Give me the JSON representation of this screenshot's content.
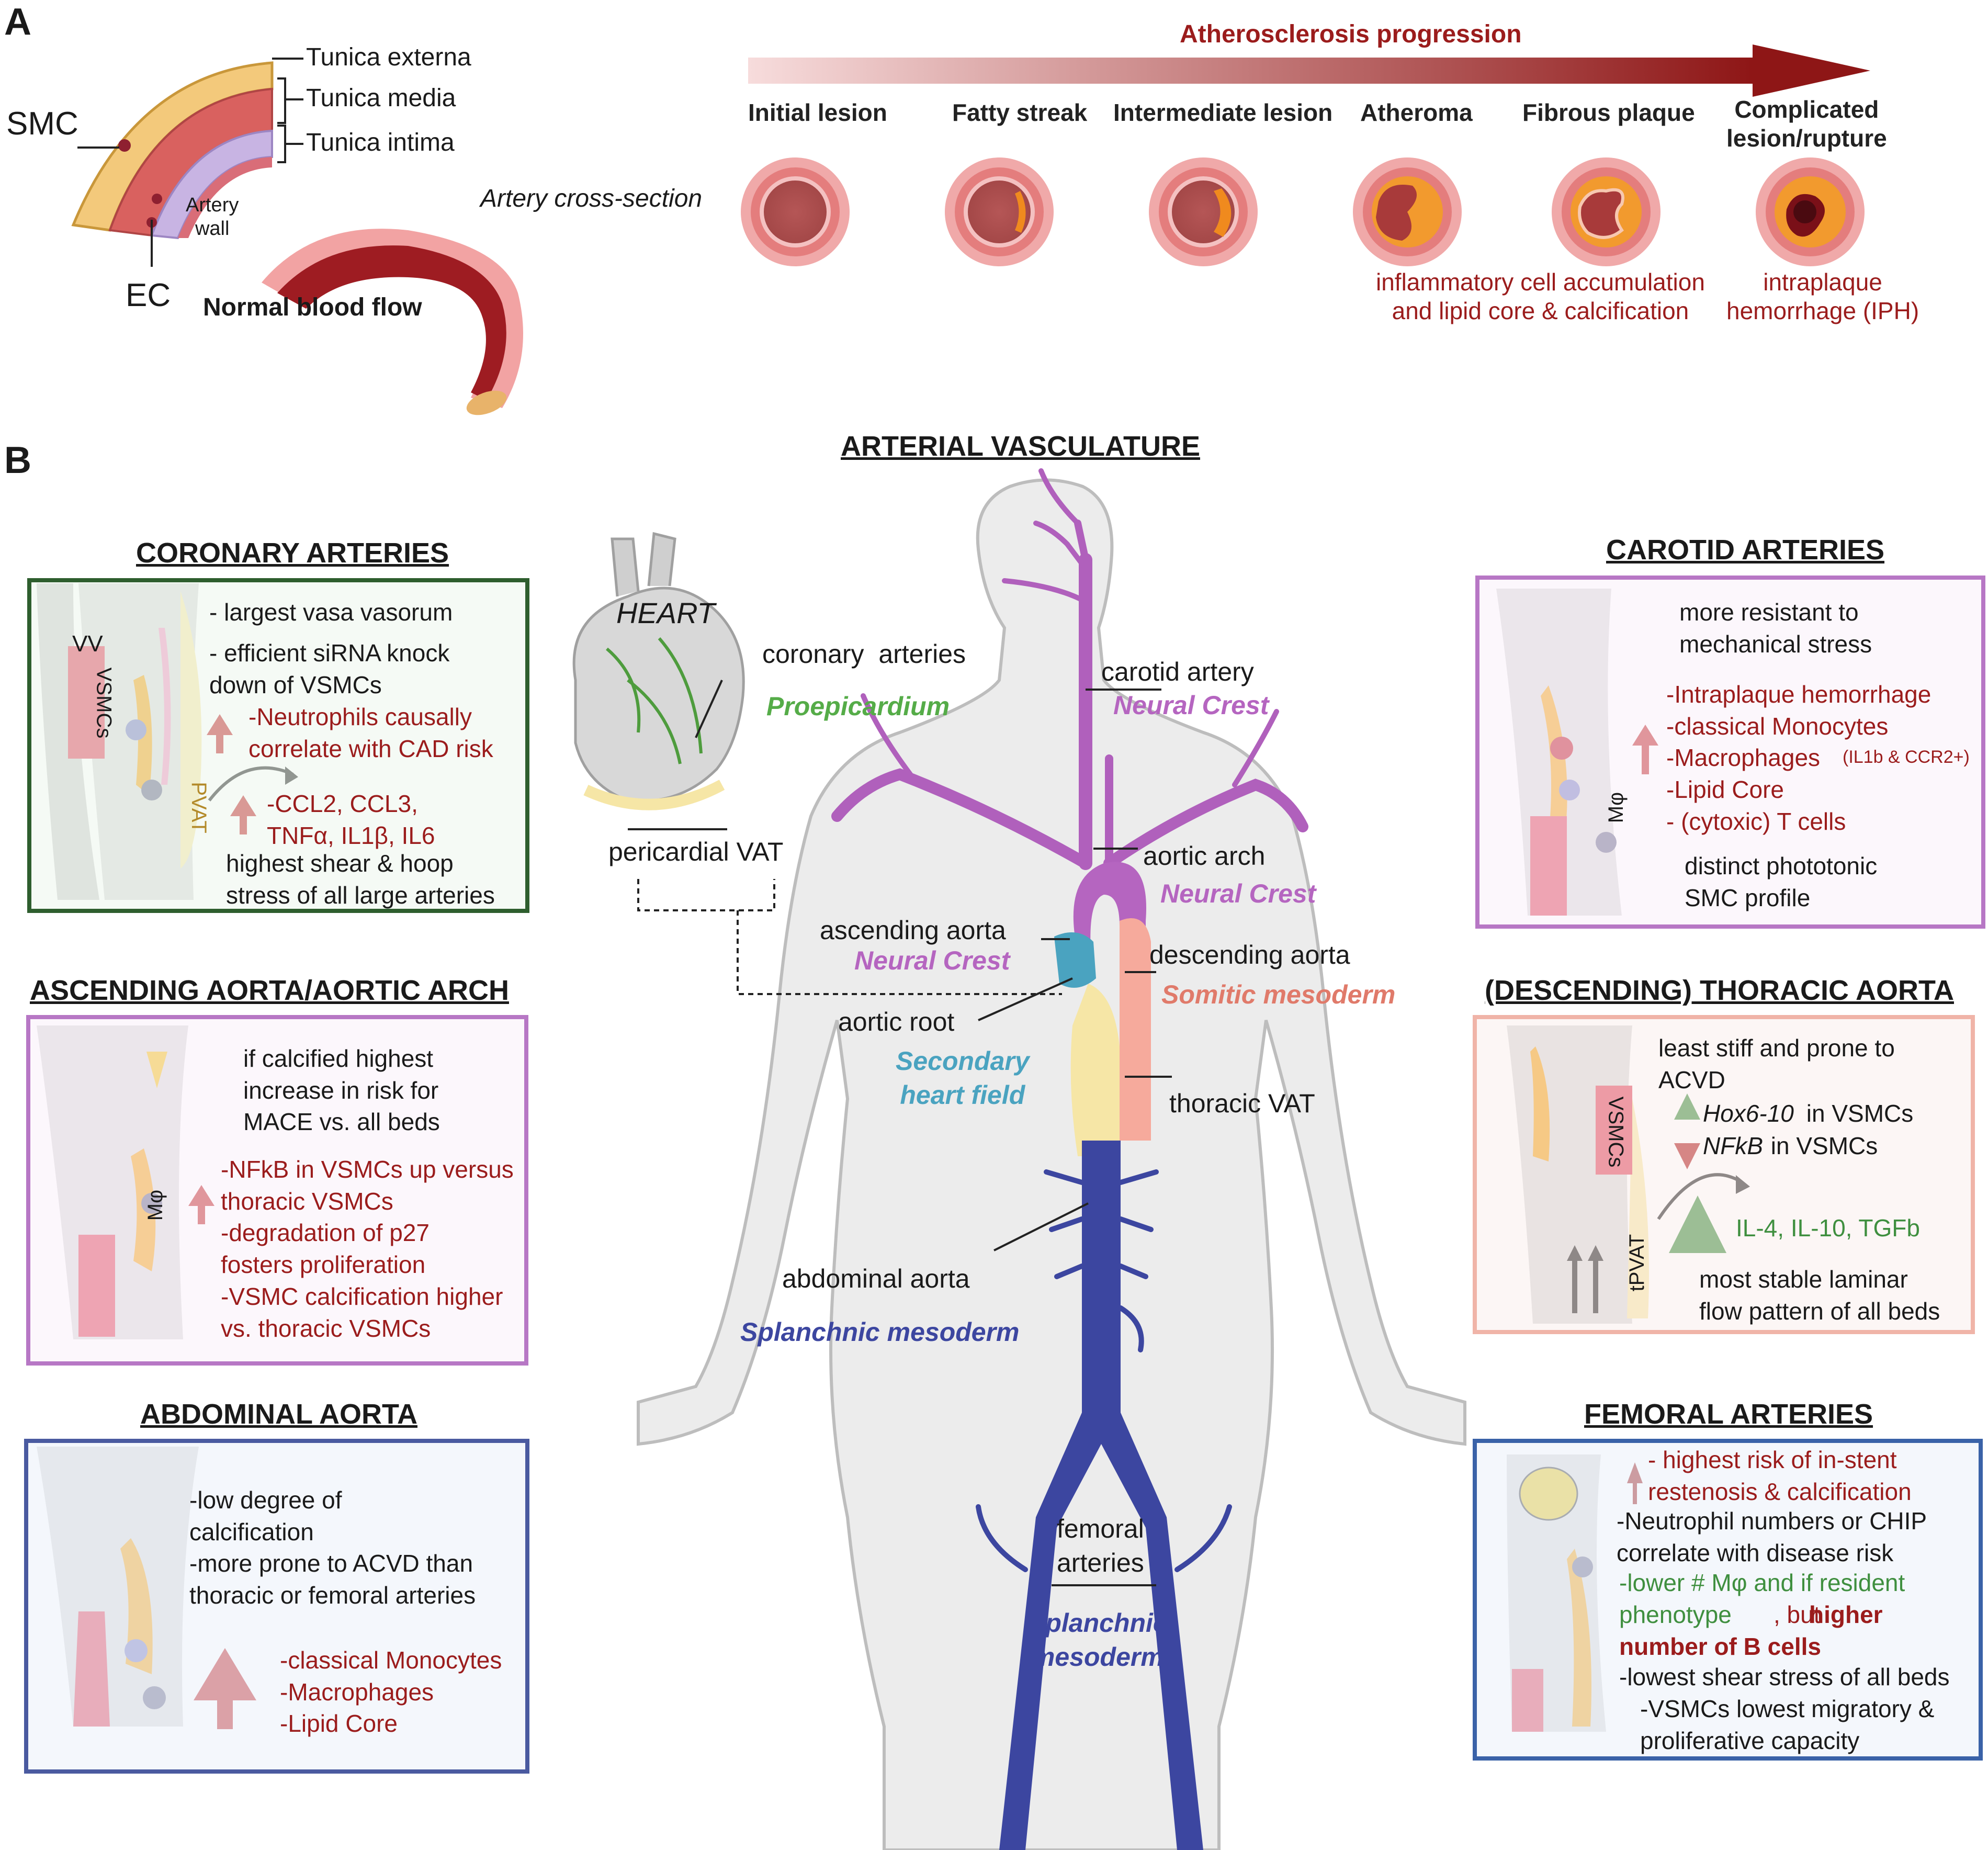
{
  "panel_a": {
    "letter": "A",
    "wall_labels": {
      "smc": "SMC",
      "ec": "EC",
      "tunica_externa": "Tunica externa",
      "tunica_media": "Tunica media",
      "tunica_intima": "Tunica intima",
      "artery_wall": "Artery\nwall",
      "normal_blood_flow": "Normal blood flow"
    },
    "progression_title": "Atherosclerosis progression",
    "cross_section_label": "Artery cross-section",
    "stages": [
      "Initial lesion",
      "Fatty streak",
      "Intermediate lesion",
      "Atheroma",
      "Fibrous plaque",
      "Complicated\nlesion/rupture"
    ],
    "annotations": {
      "fibrous": "inflammatory cell accumulation\nand lipid core & calcification",
      "complicated": "intraplaque\nhemorrhage (IPH)"
    }
  },
  "panel_b": {
    "letter": "B",
    "title": "ARTERIAL VASCULATURE",
    "center": {
      "heart": "HEART",
      "coronary_arteries": "coronary  arteries",
      "proepicardium": "Proepicardium",
      "pericardial_vat": "pericardial VAT",
      "carotid_artery": "carotid artery",
      "carotid_origin": "Neural Crest",
      "aortic_arch": "aortic arch",
      "aortic_arch_origin": "Neural Crest",
      "ascending_aorta": "ascending aorta",
      "ascending_origin": "Neural Crest",
      "descending_aorta": "descending aorta",
      "descending_origin": "Somitic mesoderm",
      "aortic_root": "aortic root",
      "aortic_root_origin": "Secondary\nheart field",
      "thoracic_vat": "thoracic VAT",
      "abdominal_aorta": "abdominal aorta",
      "abdominal_origin": "Splanchnic mesoderm",
      "femoral_arteries": "femoral\narteries",
      "femoral_origin": "Splanchnic\nmesoderm"
    },
    "boxes": {
      "coronary": {
        "title": "CORONARY ARTERIES",
        "vessel_labels": [
          "VV",
          "VSMCs",
          "PVAT"
        ],
        "lines": [
          {
            "text": "- largest vasa vasorum",
            "color": "dark"
          },
          {
            "text": "- efficient siRNA knock\ndown of VSMCs",
            "color": "dark"
          },
          {
            "text": "-Neutrophils causally\ncorrelate with CAD risk",
            "color": "red"
          },
          {
            "text": "-CCL2, CCL3,\nTNFα, IL1β, IL6",
            "color": "red"
          },
          {
            "text": "highest shear & hoop\nstress of all large arteries",
            "color": "dark"
          }
        ]
      },
      "ascending": {
        "title": "ASCENDING AORTA/AORTIC ARCH",
        "vessel_labels": [
          "Mφ"
        ],
        "lines": [
          {
            "text": "if calcified highest\nincrease in risk for\nMACE vs. all beds",
            "color": "dark"
          },
          {
            "text": "-NFkB in VSMCs up versus\nthoracic VSMCs\n-degradation of p27\nfosters proliferation\n-VSMC calcification higher\nvs. thoracic VSMCs",
            "color": "red"
          }
        ]
      },
      "abdominal": {
        "title": "ABDOMINAL AORTA",
        "lines": [
          {
            "text": "-low degree of\ncalcification\n-more prone to ACVD than\nthoracic or femoral arteries",
            "color": "dark"
          },
          {
            "text": "-classical Monocytes\n-Macrophages\n-Lipid Core",
            "color": "red"
          }
        ]
      },
      "carotid": {
        "title": "CAROTID ARTERIES",
        "vessel_labels": [
          "Mφ"
        ],
        "lines": [
          {
            "text": "more resistant to\nmechanical stress",
            "color": "dark"
          },
          {
            "text": "-Intraplaque hemorrhage\n-classical Monocytes\n-Macrophages\n-Lipid Core\n- (cytoxic) T cells",
            "color": "red"
          },
          {
            "text": "(IL1b & CCR2+)",
            "color": "red"
          },
          {
            "text": "distinct phototonic\nSMC profile",
            "color": "dark"
          }
        ]
      },
      "thoracic": {
        "title": "(DESCENDING) THORACIC AORTA",
        "vessel_labels": [
          "VSMCs",
          "tPVAT"
        ],
        "lines": [
          {
            "text": "least stiff and prone to\nACVD",
            "color": "dark"
          },
          {
            "text": "Hox6-10",
            "color": "dark"
          },
          {
            "text": " in VSMCs",
            "color": "dark"
          },
          {
            "text": "NFkB",
            "color": "dark"
          },
          {
            "text": " in VSMCs",
            "color": "dark"
          },
          {
            "text": "IL-4, IL-10, TGFb",
            "color": "green"
          },
          {
            "text": "most stable laminar\nflow pattern of all beds",
            "color": "dark"
          }
        ]
      },
      "femoral": {
        "title": "FEMORAL ARTERIES",
        "lines": [
          {
            "text": "- highest risk of in-stent\nrestenosis & calcification",
            "color": "red"
          },
          {
            "text": "-Neutrophil numbers or CHIP\ncorrelate with disease risk",
            "color": "dark"
          },
          {
            "text": "-lower # Mφ and if resident\nphenotype",
            "color": "green"
          },
          {
            "text": ", but ",
            "color": "red"
          },
          {
            "text": "higher\nnumber of B cells",
            "color": "red"
          },
          {
            "text": "-lowest shear stress of all beds",
            "color": "dark"
          },
          {
            "text": "-VSMCs lowest migratory &\nproliferative capacity",
            "color": "dark"
          }
        ]
      }
    }
  },
  "colors": {
    "red_text": "#9b1c1c",
    "green_text": "#3f8f3f",
    "neural_crest": "#b565c0",
    "somitic": "#e07a6a",
    "secondary_heart_field": "#4aa3c0",
    "splanchnic": "#3c46a0",
    "proepicardium": "#55ac48",
    "box_coronary": "#2e5e2e",
    "box_ascending": "#b777c5",
    "box_abdominal": "#4a5aa0",
    "box_carotid": "#b777c5",
    "box_thoracic": "#f0b4a8",
    "box_femoral": "#3a62a8"
  }
}
